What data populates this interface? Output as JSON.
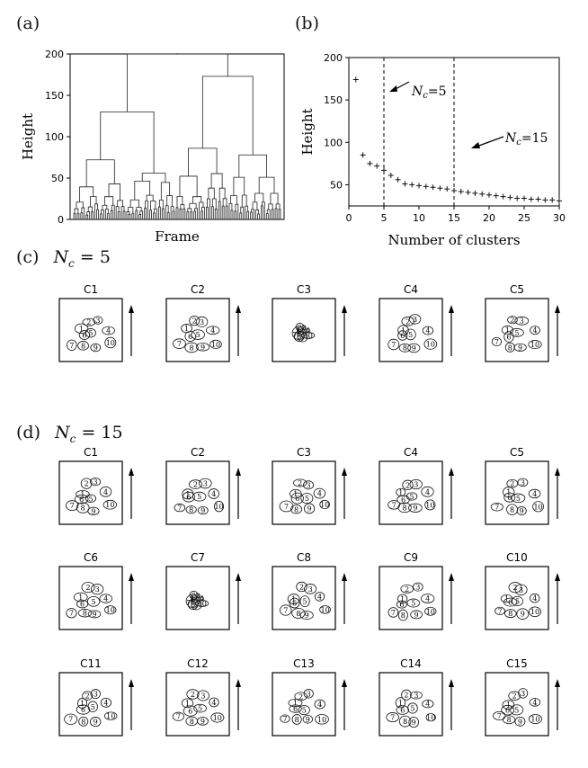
{
  "panels": {
    "a": {
      "label": "(a)"
    },
    "b": {
      "label": "(b)"
    },
    "c": {
      "label": "(c)",
      "nc_value": "5"
    },
    "d": {
      "label": "(d)",
      "nc_value": "15"
    }
  },
  "chart_data": [
    {
      "type": "dendrogram",
      "xlabel": "Frame",
      "ylabel": "Height",
      "ylim": [
        0,
        200
      ],
      "yticks": [
        "0",
        "50",
        "100",
        "150",
        "200"
      ],
      "merge_heights_top": [
        200,
        173,
        130,
        86,
        72
      ]
    },
    {
      "type": "scatter",
      "xlabel": "Number of clusters",
      "ylabel": "Height",
      "xlim": [
        0,
        30
      ],
      "ylim": [
        25,
        200
      ],
      "xticks": [
        "0",
        "5",
        "10",
        "15",
        "20",
        "25",
        "30"
      ],
      "yticks": [
        "50",
        "100",
        "150",
        "200"
      ],
      "x": [
        1,
        2,
        3,
        4,
        5,
        6,
        7,
        8,
        9,
        10,
        11,
        12,
        13,
        14,
        15,
        16,
        17,
        18,
        19,
        20,
        21,
        22,
        23,
        24,
        25,
        26,
        27,
        28,
        29,
        30
      ],
      "y": [
        174,
        85,
        75,
        72,
        67,
        61,
        56,
        51,
        50,
        49,
        48,
        47,
        46,
        45,
        43,
        42,
        41,
        40,
        39,
        38,
        37,
        36,
        35,
        34,
        34,
        33,
        33,
        32,
        32,
        31
      ],
      "vlines": [
        5,
        15
      ],
      "annotations": [
        {
          "prefix": "N",
          "sub": "c",
          "suffix": "=5",
          "at_x": 5
        },
        {
          "prefix": "N",
          "sub": "c",
          "suffix": "=15",
          "at_x": 15
        }
      ]
    }
  ],
  "clusters_c": [
    "C1",
    "C2",
    "C3",
    "C4",
    "C5"
  ],
  "clusters_d": [
    "C1",
    "C2",
    "C3",
    "C4",
    "C5",
    "C6",
    "C7",
    "C8",
    "C9",
    "C10",
    "C11",
    "C12",
    "C13",
    "C14",
    "C15"
  ],
  "node_labels": [
    "1",
    "2",
    "3",
    "4",
    "5",
    "6",
    "7",
    "8",
    "9",
    "10"
  ]
}
